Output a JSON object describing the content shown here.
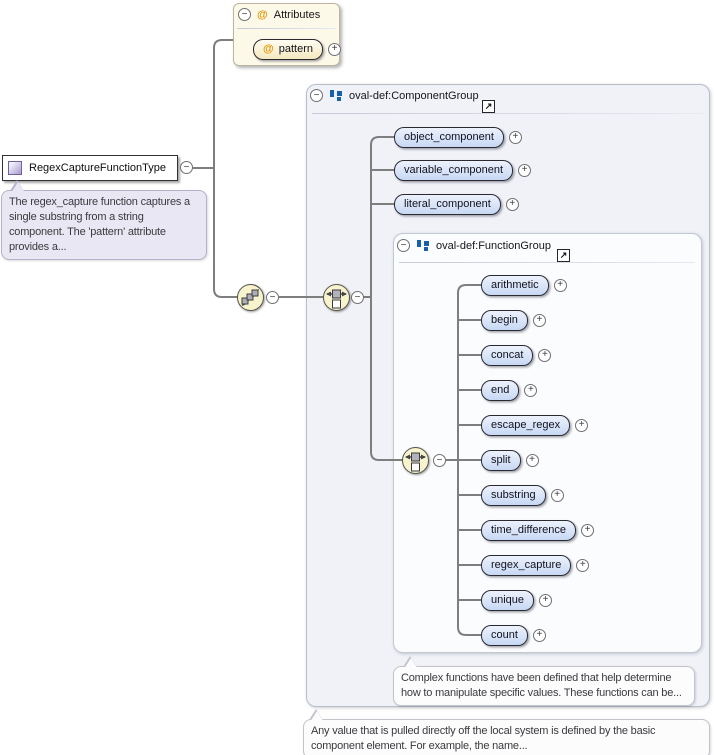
{
  "icons": {
    "collapse": "−",
    "expand": "+",
    "attribute": "@",
    "link_arrow": "↗"
  },
  "root_element": {
    "name": "RegexCaptureFunctionType",
    "doc": "The regex_capture function captures a single substring from a string component. The 'pattern' attribute provides a..."
  },
  "attributes_panel": {
    "title": "Attributes",
    "attributes": [
      "pattern"
    ]
  },
  "component_group": {
    "title": "oval-def:ComponentGroup",
    "elements": [
      "object_component",
      "variable_component",
      "literal_component"
    ],
    "doc": "Any value that is pulled directly off the local system is defined by the basic component element. For example, the name..."
  },
  "function_group": {
    "title": "oval-def:FunctionGroup",
    "elements": [
      "arithmetic",
      "begin",
      "concat",
      "end",
      "escape_regex",
      "split",
      "substring",
      "time_difference",
      "regex_capture",
      "unique",
      "count"
    ],
    "doc": "Complex functions have been defined that help determine how to manipulate specific values. These functions can be..."
  },
  "colors": {
    "element_pill_blue": "#cedef6",
    "attribute_cream": "#fdf9e8",
    "connector_gray": "#7e7e7e",
    "group_icon_blue": "#1761ab",
    "at_orange": "#e39400",
    "doc_bubble_purple": "#e9e7f4"
  }
}
